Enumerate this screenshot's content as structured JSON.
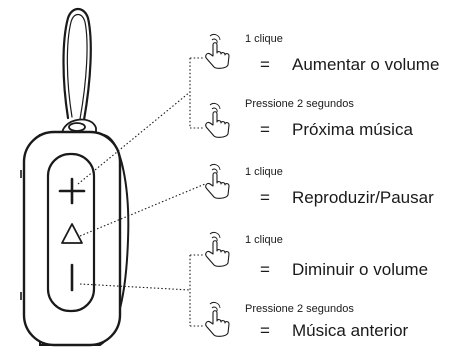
{
  "controls": [
    {
      "trigger": "1 clique",
      "action": "Aumentar o volume",
      "button": "plus"
    },
    {
      "trigger": "Pressione 2 segundos",
      "action": "Próxima música",
      "button": "plus"
    },
    {
      "trigger": "1 clique",
      "action": "Reproduzir/Pausar",
      "button": "triangle"
    },
    {
      "trigger": "1 clique",
      "action": "Diminuir o volume",
      "button": "minus"
    },
    {
      "trigger": "Pressione 2 segundos",
      "action": "Música anterior",
      "button": "minus"
    }
  ],
  "equals_sign": "=",
  "icons": {
    "gesture": "hand-tap-icon",
    "device": "speaker-device"
  },
  "colors": {
    "line": "#1a1a1a",
    "background": "#ffffff"
  }
}
